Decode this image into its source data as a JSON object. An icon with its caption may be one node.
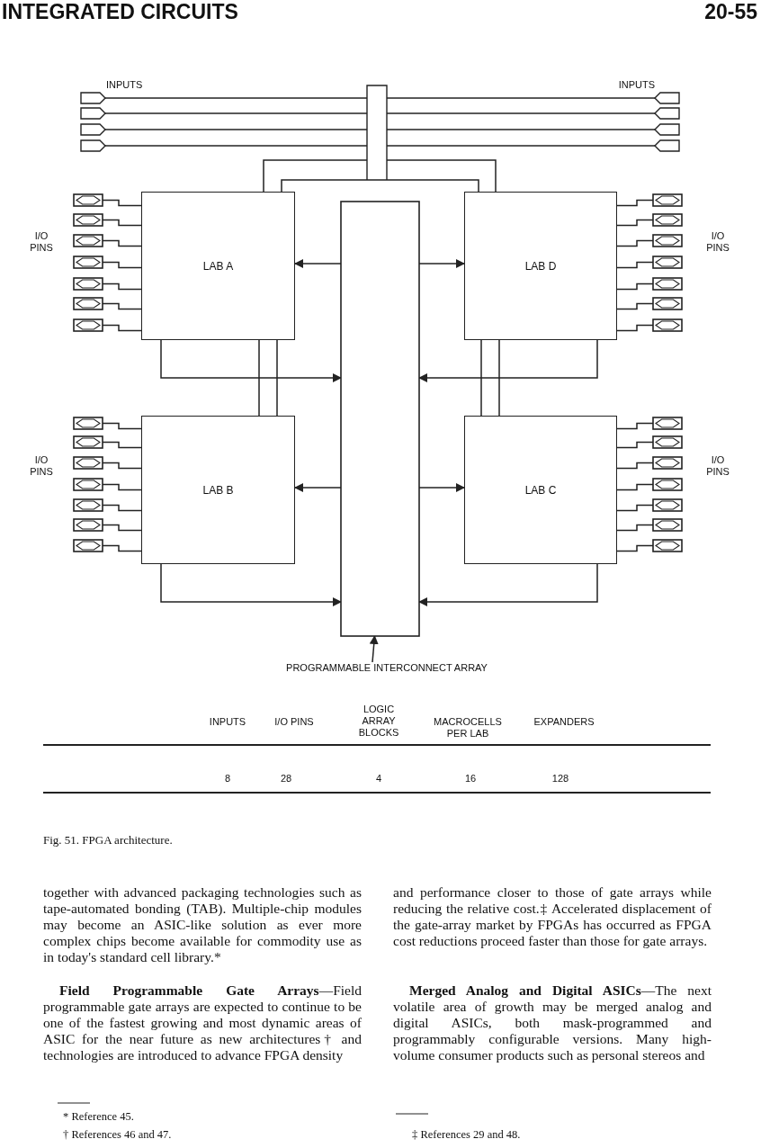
{
  "diagram": {
    "caption": "Fig. 51. FPGA architecture.",
    "nodes": [
      {
        "text": [],
        "shape": "pentagon"
      },
      {
        "text": [],
        "shape": "pentagon"
      },
      {
        "text": [],
        "shape": "pentagon"
      },
      {
        "text": [],
        "shape": "pentagon"
      },
      {
        "text": [],
        "shape": "bar"
      },
      {
        "text": [],
        "shape": "pentagon"
      },
      {
        "text": [],
        "shape": "pentagon"
      },
      {
        "text": [],
        "shape": "pentagon"
      },
      {
        "text": [],
        "shape": "pentagon"
      },
      {
        "text": [],
        "shape": "box"
      },
      {
        "text": [],
        "shape": "box"
      },
      {
        "text": [],
        "shape": "box"
      },
      {
        "text": [],
        "shape": "box"
      },
      {
        "text": [],
        "shape": "box"
      },
      {
        "text": [],
        "shape": "box"
      },
      {
        "text": [],
        "shape": "box"
      },
      {
        "text": [
          "LAB A"
        ]
      },
      {
        "text": [],
        "shape": "box"
      },
      {
        "text": [
          "LAB D"
        ]
      },
      {
        "text": [],
        "shape": "box"
      },
      {
        "text": [],
        "shape": "box"
      },
      {
        "text": [],
        "shape": "box"
      },
      {
        "text": [],
        "shape": "box"
      },
      {
        "text": [],
        "shape": "box"
      },
      {
        "text": [],
        "shape": "box"
      },
      {
        "text": [],
        "shape": "box"
      },
      {
        "text": [],
        "shape": "box"
      },
      {
        "text": [],
        "shape": "box"
      },
      {
        "text": [],
        "shape": "box"
      },
      {
        "text": [],
        "shape": "box"
      },
      {
        "text": [],
        "shape": "box"
      },
      {
        "text": [],
        "shape": "box"
      },
      {
        "text": [],
        "shape": "box"
      },
      {
        "text": [
          "LAB B"
        ]
      },
      {
        "text": [
          "LAB C"
        ]
      },
      {
        "text": [],
        "shape": "box"
      },
      {
        "text": [],
        "shape": "box"
      },
      {
        "text": [],
        "shape": "box"
      },
      {
        "text": [],
        "shape": "box"
      },
      {
        "text": [],
        "shape": "box"
      },
      {
        "text": [],
        "shape": "box"
      },
      {
        "text": [],
        "shape": "box"
      },
      {
        "text": [
          "PROGRAMMABLE INTERCONNECT ARRAY"
        ]
      }
    ],
    "edges": [
      {
        "from": 0,
        "to": 4,
        "arrow": "none"
      },
      {
        "from": 1,
        "to": 4,
        "arrow": "none"
      },
      {
        "from": 2,
        "to": 4,
        "arrow": "none"
      },
      {
        "from": 3,
        "to": 4,
        "arrow": "none"
      },
      {
        "from": 5,
        "to": 4,
        "arrow": "none"
      },
      {
        "from": 6,
        "to": 4,
        "arrow": "none"
      },
      {
        "from": 7,
        "to": 4,
        "arrow": "none"
      },
      {
        "from": 8,
        "to": 4,
        "arrow": "none"
      },
      {
        "from": 4,
        "to": 16,
        "arrow": "none"
      },
      {
        "from": 4,
        "to": 18,
        "arrow": "none"
      },
      {
        "from": 9,
        "to": 16,
        "arrow": "none"
      },
      {
        "from": 10,
        "to": 16,
        "arrow": "none"
      },
      {
        "from": 11,
        "to": 16,
        "arrow": "none"
      },
      {
        "from": 12,
        "to": 16,
        "arrow": "none"
      },
      {
        "from": 13,
        "to": 16,
        "arrow": "none"
      },
      {
        "from": 14,
        "to": 16,
        "arrow": "none"
      },
      {
        "from": 15,
        "to": 16,
        "arrow": "none"
      },
      {
        "from": 17,
        "to": 16,
        "arrow": "to"
      },
      {
        "from": 17,
        "to": 18,
        "arrow": "to"
      },
      {
        "from": 19,
        "to": 18,
        "arrow": "none"
      },
      {
        "from": 20,
        "to": 18,
        "arrow": "none"
      },
      {
        "from": 21,
        "to": 18,
        "arrow": "none"
      },
      {
        "from": 22,
        "to": 18,
        "arrow": "none"
      },
      {
        "from": 23,
        "to": 18,
        "arrow": "none"
      },
      {
        "from": 24,
        "to": 18,
        "arrow": "none"
      },
      {
        "from": 25,
        "to": 18,
        "arrow": "none"
      },
      {
        "from": 16,
        "to": 17,
        "arrow": "to"
      },
      {
        "from": 18,
        "to": 17,
        "arrow": "to"
      },
      {
        "from": 16,
        "to": 33,
        "arrow": "none"
      },
      {
        "from": 18,
        "to": 34,
        "arrow": "none"
      },
      {
        "from": 26,
        "to": 33,
        "arrow": "none"
      },
      {
        "from": 27,
        "to": 33,
        "arrow": "none"
      },
      {
        "from": 28,
        "to": 33,
        "arrow": "none"
      },
      {
        "from": 29,
        "to": 33,
        "arrow": "none"
      },
      {
        "from": 30,
        "to": 33,
        "arrow": "none"
      },
      {
        "from": 31,
        "to": 33,
        "arrow": "none"
      },
      {
        "from": 32,
        "to": 33,
        "arrow": "none"
      },
      {
        "from": 17,
        "to": 33,
        "arrow": "to"
      },
      {
        "from": 17,
        "to": 34,
        "arrow": "to"
      },
      {
        "from": 35,
        "to": 34,
        "arrow": "none"
      },
      {
        "from": 36,
        "to": 34,
        "arrow": "none"
      },
      {
        "from": 37,
        "to": 34,
        "arrow": "none"
      },
      {
        "from": 38,
        "to": 34,
        "arrow": "none"
      },
      {
        "from": 39,
        "to": 34,
        "arrow": "none"
      },
      {
        "from": 40,
        "to": 34,
        "arrow": "none"
      },
      {
        "from": 41,
        "to": 34,
        "arrow": "none"
      },
      {
        "from": 33,
        "to": 17,
        "arrow": "to"
      },
      {
        "from": 34,
        "to": 17,
        "arrow": "to"
      },
      {
        "from": 42,
        "to": 17,
        "arrow": "to"
      }
    ],
    "labels": [
      "INTEGRATED CIRCUITS",
      "20-55",
      "INPUTS",
      "INPUTS",
      "I/O PINS",
      "I/O PINS",
      "I/O PINS",
      "I/O PINS",
      "INPUTS",
      "I/O PINS",
      "LOGIC ARRAY BLOCKS",
      "MACROCELLS PER LAB",
      "EXPANDERS",
      "8",
      "28",
      "4",
      "16",
      "128",
      "together with advanced packaging technologies such as tape-automated bonding (TAB). Multiple-chip modules may become an ASIC-like solution as ever more complex chips become available for commodity use as in today's standard cell library.*",
      "**Field Programmable Gate Arrays**—Field programmable gate arrays are expected to continue to be one of the fastest growing and most dynamic areas of ASIC for the near future as new architectures† and technologies are introduced to advance FPGA density",
      "and performance closer to those of gate arrays while reducing the relative cost.‡ Accelerated displacement of the gate-array market by FPGAs has occurred as FPGA cost reductions proceed faster than those for gate arrays.",
      "**Merged Analog and Digital ASICs**—The next volatile area of growth may be merged analog and digital ASICs, both mask-programmed and programmably configurable versions. Many high-volume consumer products such as personal stereos and",
      "* Reference 45.",
      "† References 46 and 47.",
      "‡ References 29 and 48."
    ]
  }
}
